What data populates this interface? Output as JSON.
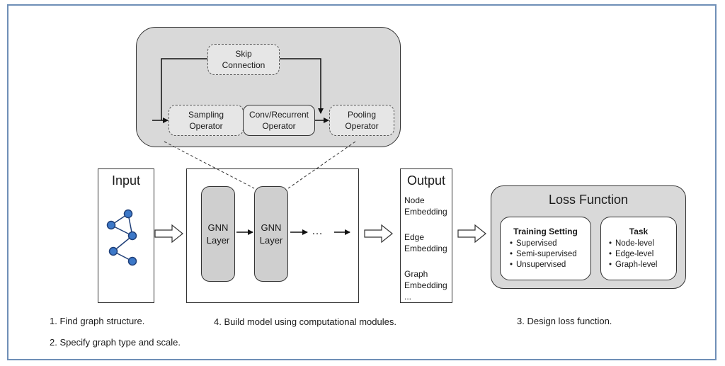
{
  "skip": {
    "line1": "Skip",
    "line2": "Connection"
  },
  "sampling": {
    "line1": "Sampling",
    "line2": "Operator"
  },
  "conv": {
    "line1": "Conv/Recurrent",
    "line2": "Operator"
  },
  "pooling": {
    "line1": "Pooling",
    "line2": "Operator"
  },
  "input": {
    "title": "Input"
  },
  "gnn1": {
    "line1": "GNN",
    "line2": "Layer"
  },
  "gnn2": {
    "line1": "GNN",
    "line2": "Layer"
  },
  "ellipsis": "…",
  "output": {
    "title": "Output",
    "items": [
      {
        "line1": "Node",
        "line2": "Embedding"
      },
      {
        "line1": "Edge",
        "line2": "Embedding"
      },
      {
        "line1": "Graph",
        "line2": "Embedding"
      }
    ],
    "more": "..."
  },
  "loss": {
    "title": "Loss Function",
    "training": {
      "title": "Training Setting",
      "items": [
        "Supervised",
        "Semi-supervised",
        "Unsupervised"
      ]
    },
    "task": {
      "title": "Task",
      "items": [
        "Node-level",
        "Edge-level",
        "Graph-level"
      ]
    }
  },
  "captions": {
    "c1": "1. Find graph structure.",
    "c2": "2. Specify graph type and scale.",
    "c3": "3. Design loss function.",
    "c4": "4. Build model using computational modules."
  },
  "colors": {
    "frame": "#6f8fb7",
    "node": "#3c78c8",
    "panel": "#d9d9d9"
  }
}
